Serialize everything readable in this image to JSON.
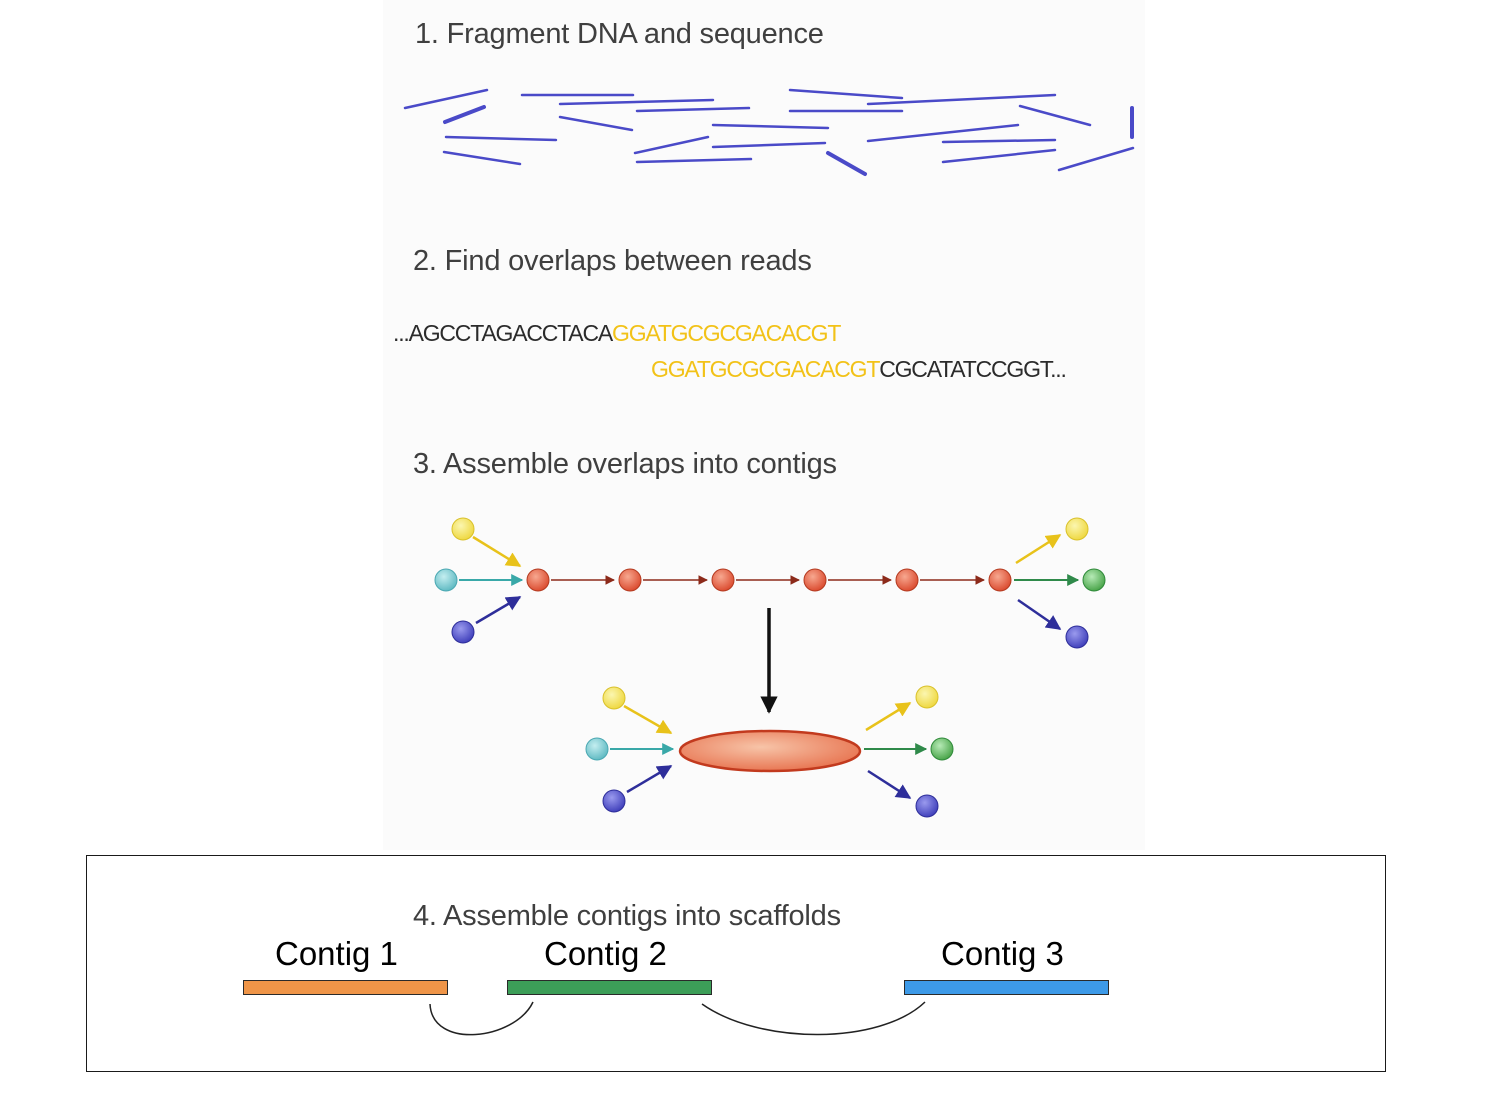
{
  "steps": {
    "step1": "1. Fragment DNA and sequence",
    "step2": "2. Find overlaps between reads",
    "step3": "3. Assemble overlaps into contigs",
    "step4": "4. Assemble contigs into scaffolds"
  },
  "reads": {
    "read1_plain": "...AGCCTAGACCTACA",
    "read1_overlap": "GGATGCGCGACACGT",
    "read2_overlap": "GGATGCGCGACACGT",
    "read2_plain": "CGCATATCCGGT..."
  },
  "contigs": [
    {
      "label": "Contig 1",
      "color": "#ef9548"
    },
    {
      "label": "Contig 2",
      "color": "#3c9e58"
    },
    {
      "label": "Contig 3",
      "color": "#3d9ae8"
    }
  ],
  "colors": {
    "fragment": "#4a4ac8",
    "overlap_highlight": "#f2c218",
    "node_red": "#e0563a",
    "node_yellow": "#f3e25a",
    "node_teal": "#6cc4cc",
    "node_blue": "#4a4ac8",
    "node_green": "#56b556",
    "arrow_yellow": "#e8c21a",
    "arrow_teal": "#39a8a8",
    "arrow_blue": "#2e2e9a",
    "arrow_red": "#8c2a1a",
    "arrow_green": "#2f8a4a",
    "contig_ellipse": "#eb8a6a"
  }
}
